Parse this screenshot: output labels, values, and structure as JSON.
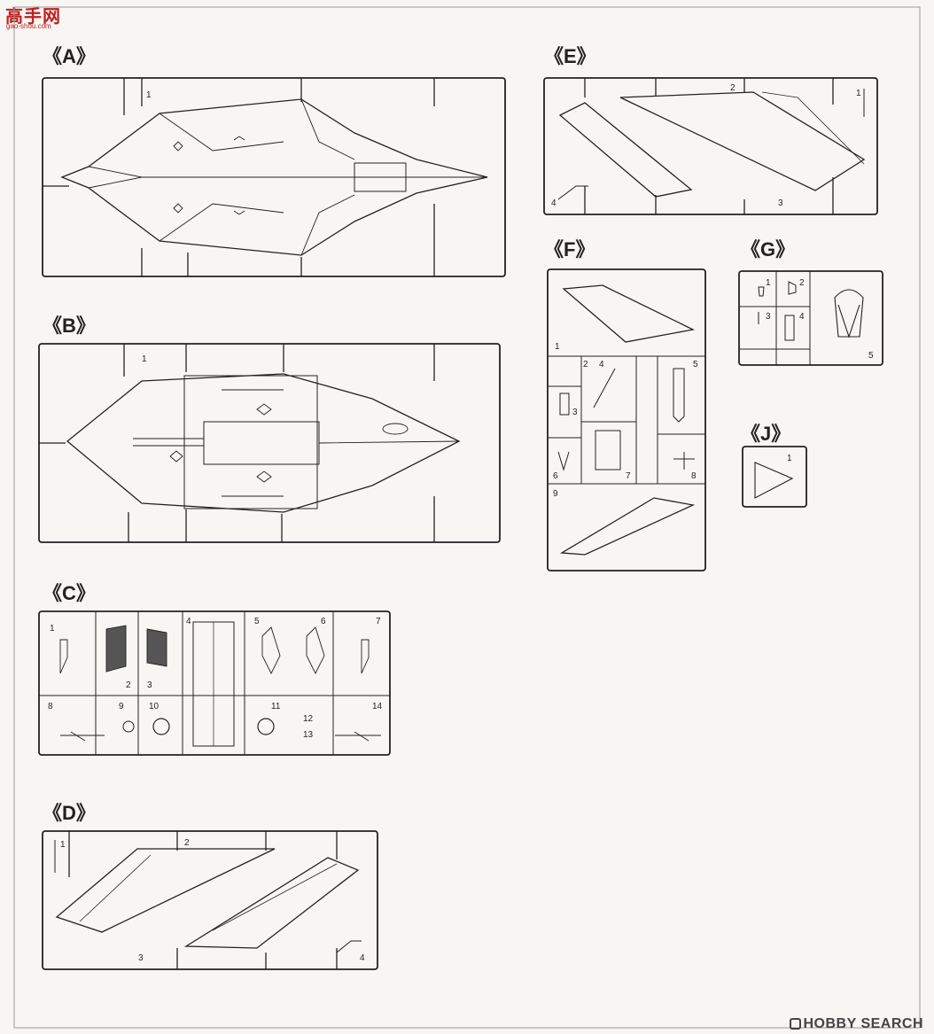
{
  "logo": {
    "text": "高手网",
    "sub": "gao-shou.com"
  },
  "watermark": {
    "text": "HOBBY SEARCH"
  },
  "sprues": [
    {
      "id": "A",
      "label": "《A》",
      "parts": [
        "1"
      ]
    },
    {
      "id": "B",
      "label": "《B》",
      "parts": [
        "1"
      ]
    },
    {
      "id": "C",
      "label": "《C》",
      "parts": [
        "1",
        "2",
        "3",
        "4",
        "5",
        "6",
        "7",
        "8",
        "9",
        "10",
        "11",
        "12",
        "13",
        "14"
      ]
    },
    {
      "id": "D",
      "label": "《D》",
      "parts": [
        "1",
        "2",
        "3",
        "4"
      ]
    },
    {
      "id": "E",
      "label": "《E》",
      "parts": [
        "1",
        "2",
        "3",
        "4"
      ]
    },
    {
      "id": "F",
      "label": "《F》",
      "parts": [
        "1",
        "2",
        "3",
        "4",
        "5",
        "6",
        "7",
        "8",
        "9"
      ]
    },
    {
      "id": "G",
      "label": "《G》",
      "parts": [
        "1",
        "2",
        "3",
        "4",
        "5"
      ]
    },
    {
      "id": "J",
      "label": "《J》",
      "parts": [
        "1"
      ]
    }
  ],
  "colors": {
    "line": "#222222",
    "paper": "#f7f6f3",
    "logo": "#c02020"
  }
}
